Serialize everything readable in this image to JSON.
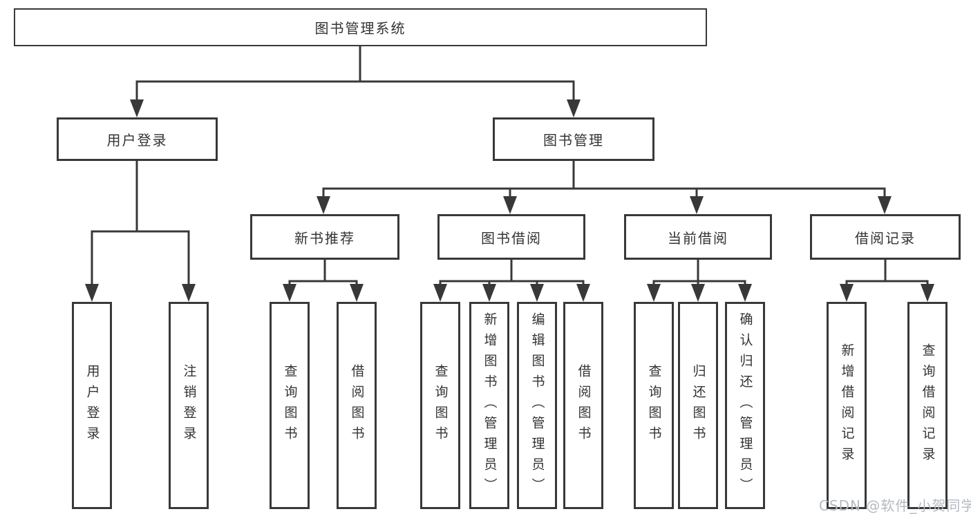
{
  "diagram": {
    "watermark": "CSDN @软件_小贺同学",
    "colors": {
      "line": "#383838",
      "box_border": "#383838",
      "box_background": "#ffffff",
      "text": "#333333",
      "watermark": "#b4bac1",
      "background": "#ffffff"
    },
    "tree": {
      "label": "图书管理系统",
      "children": [
        {
          "label": "用户登录",
          "children": [
            {
              "label": "用户登录"
            },
            {
              "label": "注销登录"
            }
          ]
        },
        {
          "label": "图书管理",
          "children": [
            {
              "label": "新书推荐",
              "children": [
                {
                  "label": "查询图书"
                },
                {
                  "label": "借阅图书"
                }
              ]
            },
            {
              "label": "图书借阅",
              "children": [
                {
                  "label": "查询图书"
                },
                {
                  "label": "新增图书（管理员）"
                },
                {
                  "label": "编辑图书（管理员）"
                },
                {
                  "label": "借阅图书"
                }
              ]
            },
            {
              "label": "当前借阅",
              "children": [
                {
                  "label": "查询图书"
                },
                {
                  "label": "归还图书"
                },
                {
                  "label": "确认归还（管理员）"
                }
              ]
            },
            {
              "label": "借阅记录",
              "children": [
                {
                  "label": "新增借阅记录"
                },
                {
                  "label": "查询借阅记录"
                }
              ]
            }
          ]
        }
      ]
    }
  }
}
